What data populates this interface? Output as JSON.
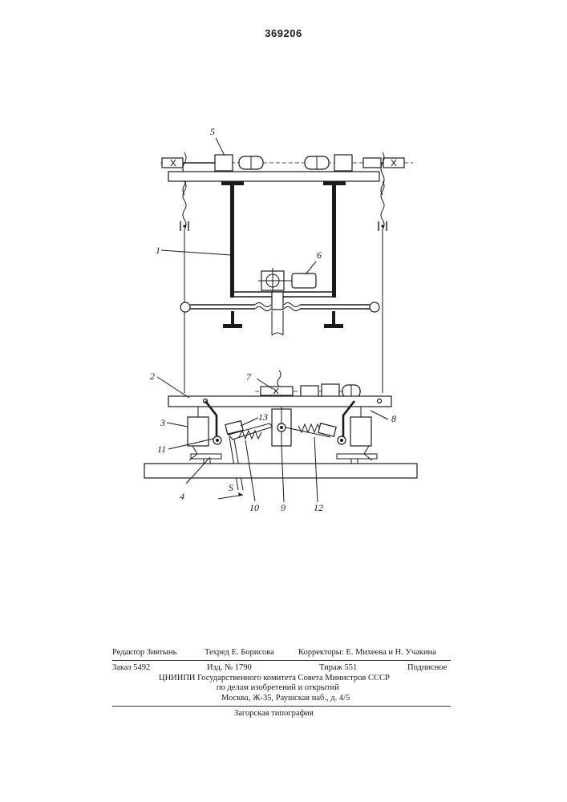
{
  "document": {
    "patent_number": "369206",
    "figure_labels": {
      "l1": "1",
      "l2": "2",
      "l3": "3",
      "l4": "4",
      "l5": "5",
      "l6": "6",
      "l7": "7",
      "l8": "8",
      "l9": "9",
      "l10": "10",
      "l11": "11",
      "l12": "12",
      "l13": "13",
      "ls": "S"
    },
    "colophon": {
      "editor": "Редактор Зивтынь",
      "techred": "Техред Е. Борисова",
      "correctors": "Корректоры: Е. Михеева и Н. Учакина",
      "order": "Заказ 5492",
      "publication": "Изд. № 1790",
      "print_run": "Тираж 551",
      "subscription": "Подписное",
      "institute": "ЦНИИПИ Государственного комитета Совета Министров СССР",
      "affairs": "по делам изобретений и открытий",
      "address": "Москва, Ж-35, Раушская наб., д. 4/5",
      "printer": "Загорская типография"
    }
  }
}
